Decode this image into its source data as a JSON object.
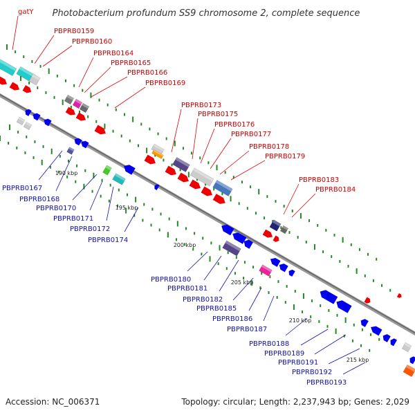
{
  "title": "Photobacterium profundum SS9 chromosome 2, complete sequence",
  "footer": {
    "accession": "Accession: NC_006371",
    "topology": "Topology: circular; Length: 2,237,943 bp; Genes: 2,029"
  },
  "colors": {
    "backbone": "#888888",
    "forward_gene": "#ee0000",
    "reverse_gene": "#0000ee",
    "top_label": "#cc0000",
    "bottom_label": "#1111aa",
    "tick": "#228822"
  },
  "ticks": [
    {
      "label": "190 kbp"
    },
    {
      "label": "195 kbp"
    },
    {
      "label": "200 kbp"
    },
    {
      "label": "205 kbp"
    },
    {
      "label": "210 kbp"
    },
    {
      "label": "215 kbp"
    }
  ],
  "top_labels": [
    "gatY",
    "PBPRB0159",
    "PBPRB0160",
    "PBPRB0164",
    "PBPRB0165",
    "PBPRB0166",
    "PBPRB0169",
    "PBPRB0173",
    "PBPRB0175",
    "PBPRB0176",
    "PBPRB0177",
    "PBPRB0178",
    "PBPRB0179",
    "PBPRB0183",
    "PBPRB0184"
  ],
  "bottom_labels": [
    "PBPRB0167",
    "PBPRB0168",
    "PBPRB0170",
    "PBPRB0171",
    "PBPRB0172",
    "PBPRB0174",
    "PBPRB0180",
    "PBPRB0181",
    "PBPRB0182",
    "PBPRB0185",
    "PBPRB0186",
    "PBPRB0187",
    "PBPRB0188",
    "PBPRB0189",
    "PBPRB0191",
    "PBPRB0192",
    "PBPRB0193"
  ]
}
